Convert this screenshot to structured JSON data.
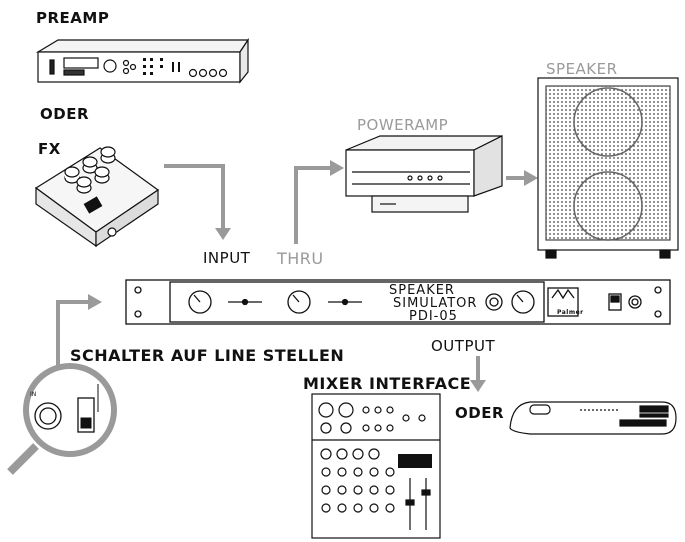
{
  "labels": {
    "preamp": "PREAMP",
    "oder_top": "ODER",
    "fx": "FX",
    "poweramp": "POWERAMP",
    "speaker": "SPEAKER",
    "input": "INPUT",
    "thru": "THRU",
    "schalter": "SCHALTER AUF LINE STELLEN",
    "output": "OUTPUT",
    "mixer": "MIXER INTERFACE",
    "oder_bottom": "ODER"
  },
  "device": {
    "line1": "SPEAKER",
    "line2": "SIMULATOR",
    "line3": "PDI-05",
    "brand": "Palmer"
  },
  "colors": {
    "ink": "#111111",
    "arrow": "#9a9a9a",
    "faint_label": "#9a9a9a",
    "speaker_grille": "#cfcfcf"
  }
}
